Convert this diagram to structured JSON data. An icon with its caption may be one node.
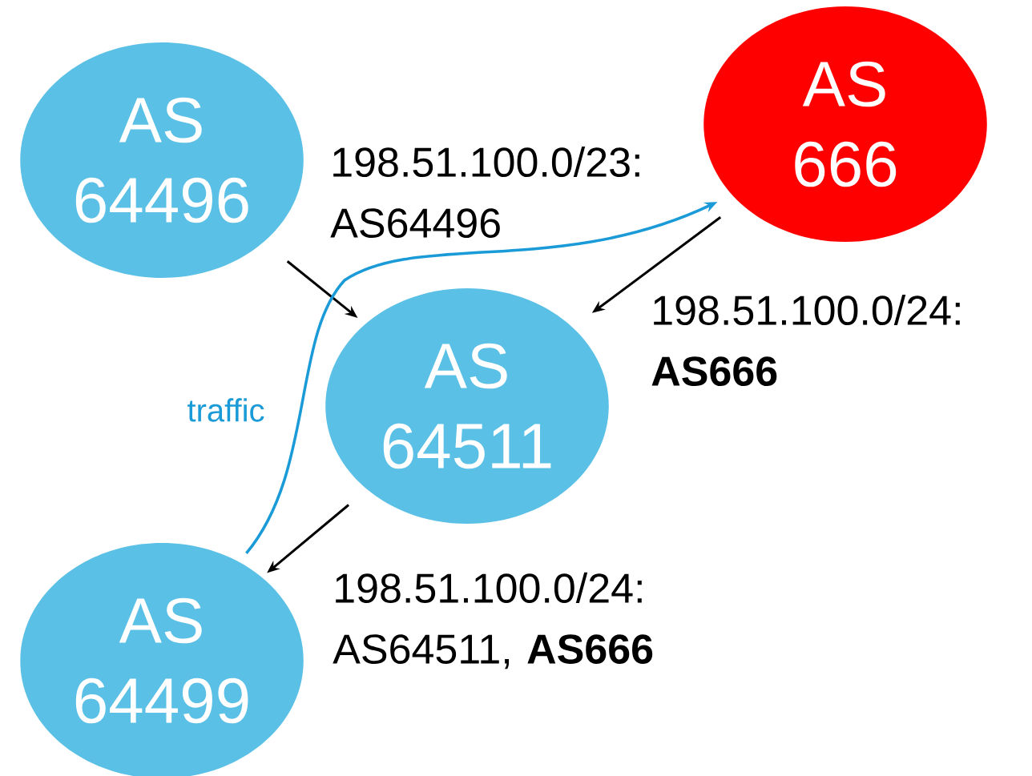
{
  "diagram": {
    "nodes": [
      {
        "text": [
          "AS 64496"
        ]
      },
      {
        "text": [
          "AS 666"
        ]
      },
      {
        "text": [
          "AS 64511"
        ]
      },
      {
        "text": [
          "AS 64499"
        ]
      }
    ],
    "edges": [
      {
        "from": 0,
        "to": 2,
        "arrow": "to"
      },
      {
        "from": 1,
        "to": 2,
        "arrow": "to"
      },
      {
        "from": 2,
        "to": 3,
        "arrow": "to"
      },
      {
        "from": 3,
        "to": 1,
        "arrow": "to",
        "label": "traffic",
        "color": "#1a9bd7"
      }
    ],
    "labels": [
      "198.51.100.0/23: AS64496",
      "198.51.100.0/24: **AS666**",
      "198.51.100.0/24: AS64511, **AS666**"
    ]
  }
}
